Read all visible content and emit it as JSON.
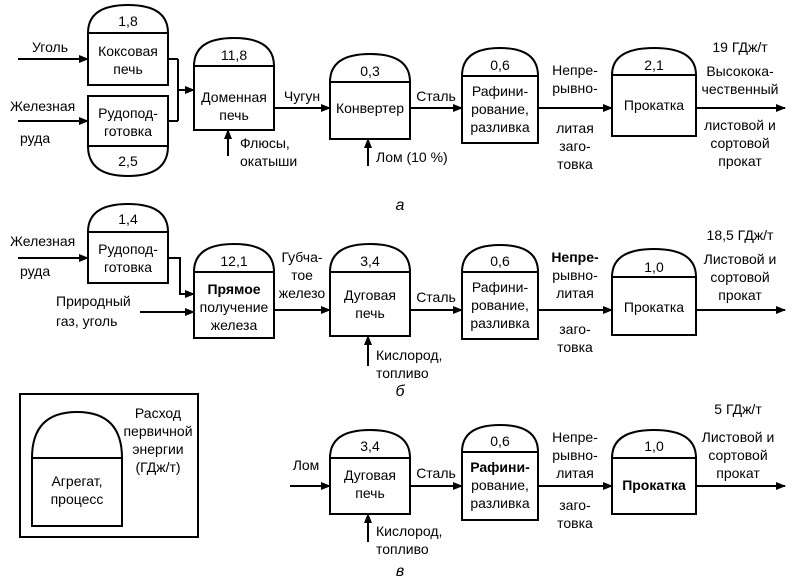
{
  "diagram_a": {
    "caption": "а",
    "inputs": {
      "coal": [
        "Уголь"
      ],
      "ore": [
        "Железная",
        "руда"
      ]
    },
    "coke": {
      "energy": "1,8",
      "label": [
        "Коксовая",
        "печь"
      ]
    },
    "orep": {
      "energy": "2,5",
      "label": [
        "Рудопод-",
        "готовка"
      ]
    },
    "blast": {
      "energy": "11,8",
      "label": [
        "Доменная",
        "печь"
      ]
    },
    "flux": [
      "Флюсы,",
      "окатыши"
    ],
    "iron": "Чугун",
    "conv": {
      "energy": "0,3",
      "label": [
        "Конвертер"
      ]
    },
    "scrap": [
      "Лом (10 %)"
    ],
    "steel": "Сталь",
    "refine": {
      "energy": "0,6",
      "label": [
        "Рафини-",
        "рование,",
        "разливка"
      ]
    },
    "billet": [
      "Непре-",
      "рывно-",
      "литая",
      "заго-",
      "товка"
    ],
    "roll": {
      "energy": "2,1",
      "label": [
        "Прокатка"
      ]
    },
    "total": "19 ГДж/т",
    "output": [
      "Высокока-",
      "чественный",
      "листовой и",
      "сортовой",
      "прокат"
    ]
  },
  "diagram_b": {
    "caption": "б",
    "inputs": {
      "ore": [
        "Железная",
        "руда"
      ],
      "gas": [
        "Природный",
        "газ, уголь"
      ]
    },
    "orep": {
      "energy": "1,4",
      "label": [
        "Рудопод-",
        "готовка"
      ]
    },
    "direct": {
      "energy": "12,1",
      "label": [
        "Прямое",
        "получение",
        "железа"
      ]
    },
    "sponge": [
      "Губча-",
      "тое",
      "железо"
    ],
    "arc": {
      "energy": "3,4",
      "label": [
        "Дуговая",
        "печь"
      ]
    },
    "oxygen": [
      "Кислород,",
      "топливо"
    ],
    "steel": "Сталь",
    "refine": {
      "energy": "0,6",
      "label": [
        "Рафини-",
        "рование,",
        "разливка"
      ]
    },
    "billet": [
      "Непре-",
      "рывно-",
      "литая",
      "заго-",
      "товка"
    ],
    "roll": {
      "energy": "1,0",
      "label": [
        "Прокатка"
      ]
    },
    "total": "18,5 ГДж/т",
    "output": [
      "Листовой и",
      "сортовой",
      "прокат"
    ]
  },
  "diagram_c": {
    "caption": "в",
    "input": [
      "Лом"
    ],
    "arc": {
      "energy": "3,4",
      "label": [
        "Дуговая",
        "печь"
      ]
    },
    "oxygen": [
      "Кислород,",
      "топливо"
    ],
    "steel": "Сталь",
    "refine": {
      "energy": "0,6",
      "label": [
        "Рафини-",
        "рование,",
        "разливка"
      ]
    },
    "billet": [
      "Непре-",
      "рывно-",
      "литая",
      "заго-",
      "товка"
    ],
    "roll": {
      "energy": "1,0",
      "label": [
        "Прокатка"
      ]
    },
    "total": "5 ГДж/т",
    "output": [
      "Листовой и",
      "сортовой",
      "прокат"
    ]
  },
  "legend": {
    "energy_label": [
      "Расход",
      "первичной",
      "энергии",
      "(ГДж/т)"
    ],
    "unit_label": [
      "Агрегат,",
      "процесс"
    ]
  }
}
